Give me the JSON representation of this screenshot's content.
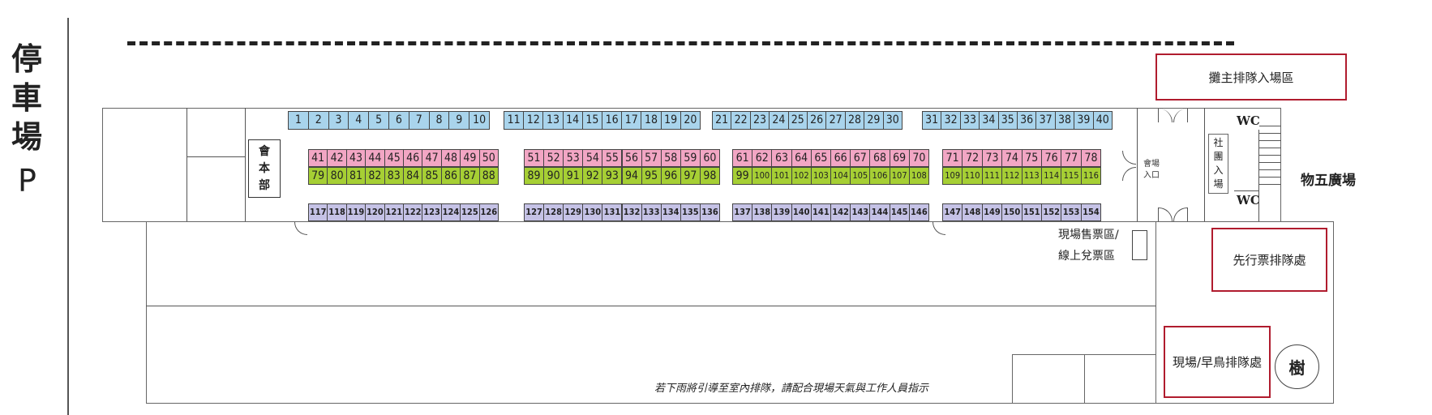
{
  "parking": {
    "chars": [
      "停",
      "車",
      "場",
      "P"
    ]
  },
  "labels": {
    "vendor_queue": "攤主排隊入場區",
    "hq": [
      "會",
      "本",
      "部"
    ],
    "venue_entrance_1": "會場",
    "venue_entrance_2": "入口",
    "club_entrance": [
      "社",
      "團",
      "入",
      "場"
    ],
    "wc1": "WC",
    "wc2": "WC",
    "plaza": "物五廣場",
    "ticket_1": "現場售票區/",
    "ticket_2": "線上兌票區",
    "advance_queue": "先行票排隊處",
    "onsite_queue": "現場/早鳥排隊處",
    "tree": "樹",
    "rain_note": "若下雨將引導至室內排隊，請配合現場天氣與工作人員指示"
  },
  "booth_colors": {
    "blue": "#a9d4ec",
    "pink": "#f2a6c4",
    "green": "#a6cf34",
    "purple": "#c5c2e6"
  },
  "booth_rows": [
    {
      "color": "blue",
      "groups": [
        [
          1,
          10
        ],
        [
          11,
          20
        ],
        [
          21,
          30
        ],
        [
          31,
          40
        ]
      ]
    },
    {
      "color": "pink",
      "groups": [
        [
          41,
          50
        ],
        [
          51,
          60
        ],
        [
          61,
          70
        ],
        [
          71,
          78
        ]
      ]
    },
    {
      "color": "green",
      "groups": [
        [
          79,
          88
        ],
        [
          89,
          98
        ],
        [
          99,
          108
        ],
        [
          109,
          116
        ]
      ]
    },
    {
      "color": "purple",
      "groups": [
        [
          117,
          126
        ],
        [
          127,
          136
        ],
        [
          137,
          146
        ],
        [
          147,
          154
        ]
      ]
    }
  ]
}
